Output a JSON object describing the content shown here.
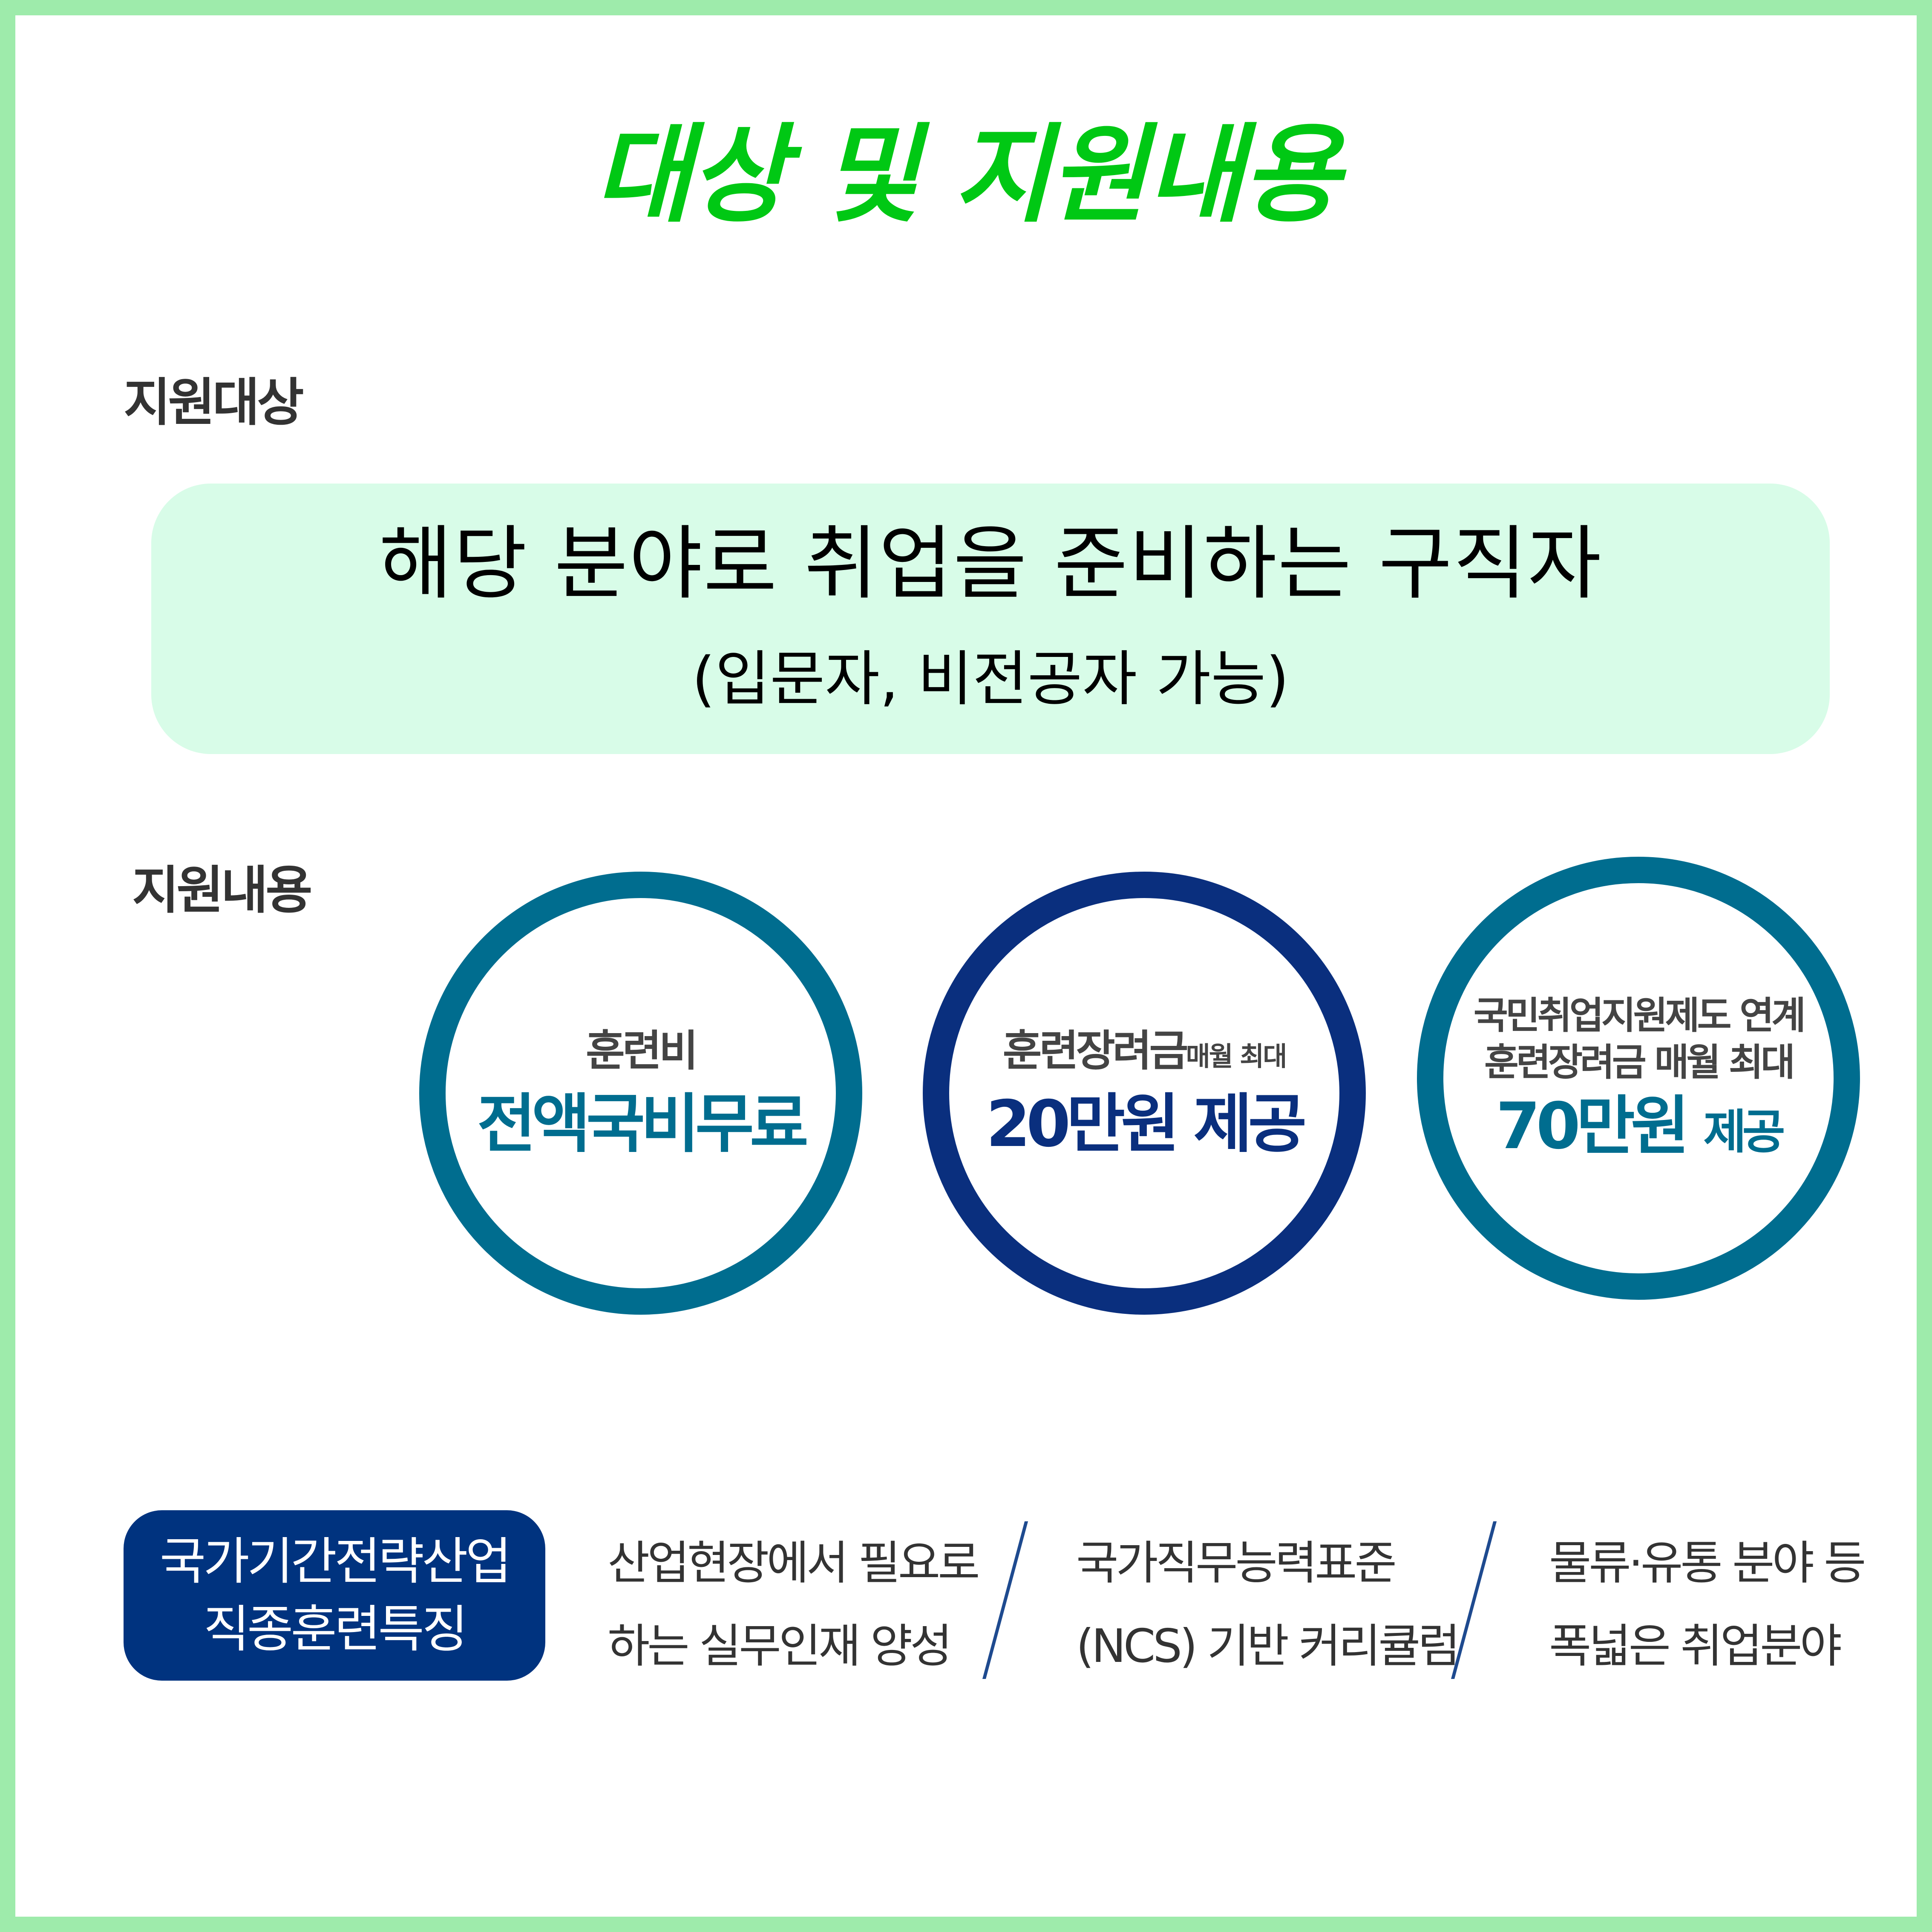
{
  "title": "대상 및 지원내용",
  "colors": {
    "frame": "#9eebab",
    "title": "#00c814",
    "target_box_bg": "#d8fce8",
    "teal": "#006d8f",
    "navy": "#0a2f7e",
    "badge_bg": "#00337f"
  },
  "target_section": {
    "label": "지원대상",
    "main_text": "해당 분야로 취업을 준비하는 구직자",
    "sub_text": "(입문자, 비전공자 가능)"
  },
  "support_section": {
    "label": "지원내용",
    "circles": [
      {
        "line1": "훈련비",
        "big": "전액국비무료"
      },
      {
        "line1": "훈련장려금",
        "line1_suffix": "매월 최대",
        "big": "20만원 제공"
      },
      {
        "line1": "국민취업지원제도 연계",
        "line2": "훈련장려금 매월 최대",
        "big": "70만원",
        "big_suffix": "제공"
      }
    ]
  },
  "features": {
    "badge_line1": "국가기간전략산업",
    "badge_line2": "직종훈련특징",
    "items": [
      {
        "line1": "산업현장에서 필요로",
        "line2": "하는 실무인재 양성"
      },
      {
        "line1": "국가직무능력표준",
        "line2": "(NCS) 기반 커리큘럼"
      },
      {
        "line1": "물류·유통 분야 등",
        "line2": "폭넓은 취업분야"
      }
    ]
  }
}
